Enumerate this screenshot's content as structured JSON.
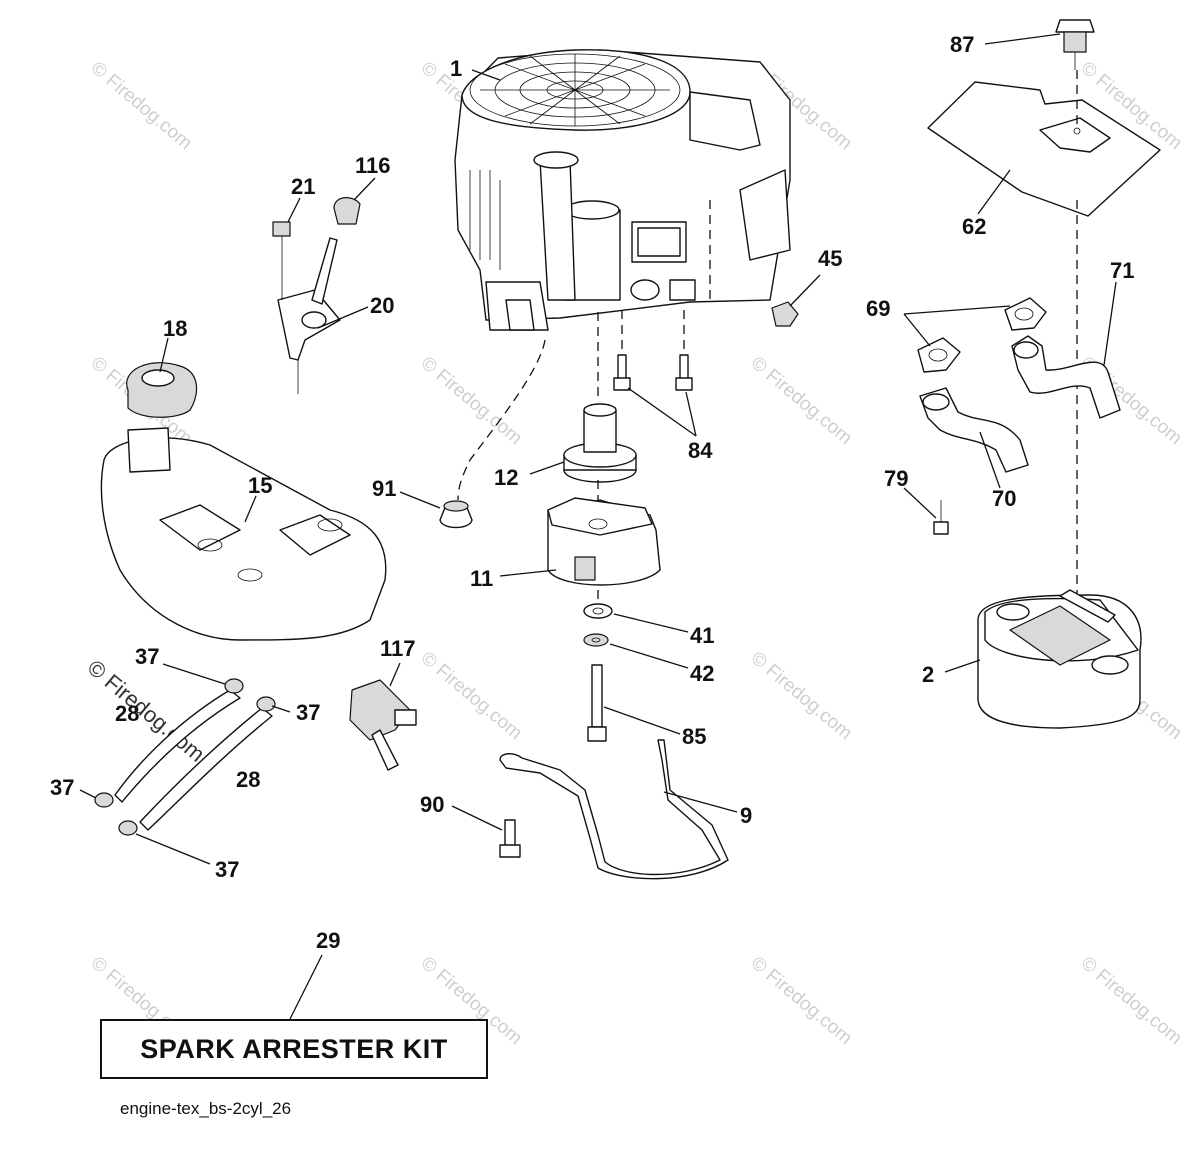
{
  "watermark": "© Firedog.com",
  "callouts": {
    "c1": "1",
    "c2": "2",
    "c9": "9",
    "c11": "11",
    "c12": "12",
    "c15": "15",
    "c18": "18",
    "c20": "20",
    "c21": "21",
    "c28a": "28",
    "c28b": "28",
    "c29": "29",
    "c37a": "37",
    "c37b": "37",
    "c37c": "37",
    "c37d": "37",
    "c41": "41",
    "c42": "42",
    "c45": "45",
    "c62": "62",
    "c69": "69",
    "c70": "70",
    "c71": "71",
    "c79": "79",
    "c84": "84",
    "c85": "85",
    "c87": "87",
    "c90": "90",
    "c91": "91",
    "c116": "116",
    "c117": "117"
  },
  "kit_label": "SPARK ARRESTER KIT",
  "figure_code": "engine-tex_bs-2cyl_26"
}
